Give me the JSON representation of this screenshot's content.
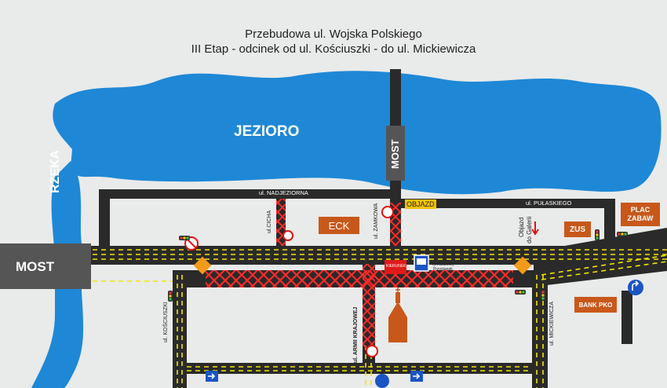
{
  "title_line1": "Przebudowa ul. Wojska Polskiego",
  "title_line2": "III Etap - odcinek od ul. Kościuszki - do ul. Mickiewicza",
  "labels": {
    "lake": "JEZIORO",
    "river": "RZEKA",
    "bridge_left": "MOST",
    "bridge_top": "MOST",
    "objazd": "OBJAZD",
    "detour_galeria_1": "Objazd",
    "detour_galeria_2": "do Galerii",
    "street_nadjeziorna": "ul. NADJEZIORNA",
    "street_pulaskiego": "ul. PUŁASKIEGO",
    "street_cicha": "ul.CICHA",
    "street_zamkowa": "ul. ZAMKOWA",
    "street_kosciuszki": "ul. KOŚCIUSZKI",
    "street_armii_krajowej": "ul. ARMII KRAJOWEJ",
    "street_mickiewicza": "ul. MICKIEWICZA",
    "bus_stop_sub1": "Tymczasowy",
    "bus_stop_sub2": "Przystanek",
    "red_sign": "KIERUNEK"
  },
  "places": {
    "eck": "ECK",
    "zus": "ZUS",
    "plac_zabaw_1": "PLAC",
    "plac_zabaw_2": "ZABAW",
    "bank_pko": "BANK PKO"
  },
  "colors": {
    "water": "#1e88d6",
    "road": "#2a2a2a",
    "closed_road": "#ff2020",
    "traffic_arrow": "#f2e600",
    "place_box": "#c8581a",
    "background": "#e9eaea"
  }
}
